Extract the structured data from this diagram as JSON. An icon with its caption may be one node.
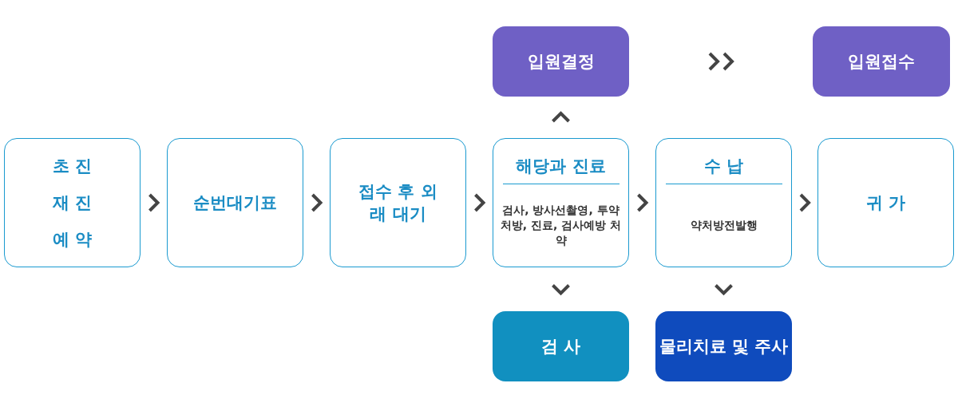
{
  "diagram": {
    "nodes": [
      {
        "text": [
          "입원결정"
        ]
      },
      {
        "text": [
          "입원접수"
        ]
      },
      {
        "text": [
          "초 진",
          "재 진",
          "예 약"
        ]
      },
      {
        "text": [
          "순번대기표"
        ]
      },
      {
        "text": [
          "접수 후 외래 대기"
        ]
      },
      {
        "text": [
          "해당과 진료",
          "검사, 방사선촬영, 투약처방, 진료, 검사예방 처약"
        ]
      },
      {
        "text": [
          "수 납",
          "약처방전발행"
        ]
      },
      {
        "text": [
          "귀 가"
        ]
      },
      {
        "text": [
          "검 사"
        ]
      },
      {
        "text": [
          "물리치료 및 주사"
        ]
      }
    ],
    "edges": [
      {
        "from": 2,
        "to": 3,
        "arrow": "to"
      },
      {
        "from": 3,
        "to": 4,
        "arrow": "to"
      },
      {
        "from": 4,
        "to": 5,
        "arrow": "to"
      },
      {
        "from": 5,
        "to": 6,
        "arrow": "to"
      },
      {
        "from": 6,
        "to": 7,
        "arrow": "to"
      },
      {
        "from": 5,
        "to": 0,
        "arrow": "to"
      },
      {
        "from": 5,
        "to": 8,
        "arrow": "to"
      },
      {
        "from": 6,
        "to": 9,
        "arrow": "to"
      },
      {
        "from": 0,
        "to": 1,
        "arrow": "to"
      }
    ]
  }
}
